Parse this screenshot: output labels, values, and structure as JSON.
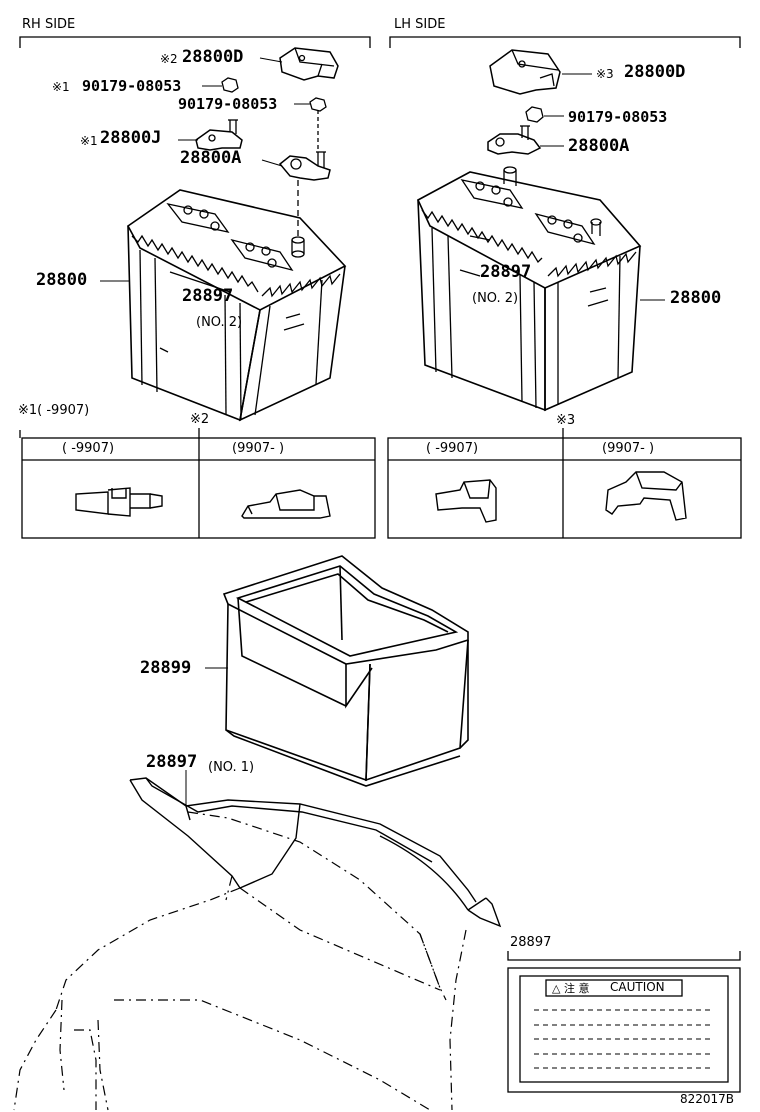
{
  "header": {
    "rh_side": "RH SIDE",
    "lh_side": "LH SIDE"
  },
  "rh": {
    "mark2": "※2",
    "p_28800D": "28800D",
    "mark1a": "※1",
    "p_90179a": "90179-08053",
    "p_90179b": "90179-08053",
    "mark1b": "※1",
    "p_28800J": "28800J",
    "p_28800A": "28800A",
    "p_28800": "28800",
    "p_28897": "28897",
    "no2": "(NO. 2)"
  },
  "lh": {
    "mark3": "※3",
    "p_28800D": "28800D",
    "p_90179": "90179-08053",
    "p_28800A": "28800A",
    "p_28897": "28897",
    "no2": "(NO. 2)",
    "p_28800": "28800"
  },
  "notes": {
    "note1": "※1(    -9907)",
    "note2": "※2",
    "note3": "※3"
  },
  "table_rh": {
    "col1": "(    -9907)",
    "col2": "(9907-      )"
  },
  "table_lh": {
    "col1": "(    -9907)",
    "col2": "(9907-    )"
  },
  "tray": {
    "p_28899": "28899"
  },
  "label_no1": {
    "p_28897": "28897",
    "no1": "(NO. 1)"
  },
  "caution": {
    "part": "28897",
    "jp": "△ 注 意",
    "text": "CAUTION"
  },
  "footer": {
    "code": "822017B"
  }
}
